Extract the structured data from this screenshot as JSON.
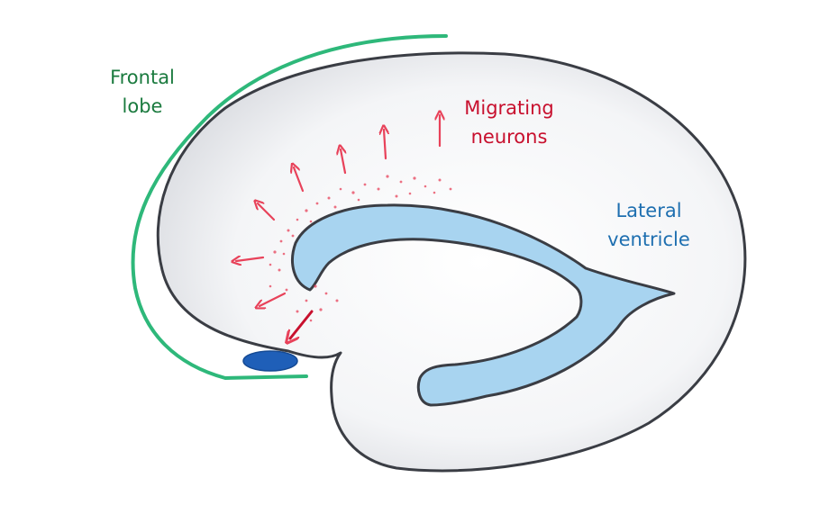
{
  "labels": {
    "frontal_lobe": {
      "line1": "Frontal",
      "line2": "lobe"
    },
    "migrating_neurons": {
      "line1": "Migrating",
      "line2": "neurons"
    },
    "lateral_ventricle": {
      "line1": "Lateral",
      "line2": "ventricle"
    }
  },
  "colors": {
    "frontal_lobe": "#1a7a3e",
    "frontal_outline": "#2eb87a",
    "migrating_neurons": "#c8102e",
    "arrows": "#e8425a",
    "lateral_ventricle": "#1e6fb0",
    "ventricle_fill": "#a8d4f0",
    "brain_fill": "#eceef2",
    "brain_outline": "#3a3d44",
    "blob": "#1f5fb8"
  }
}
